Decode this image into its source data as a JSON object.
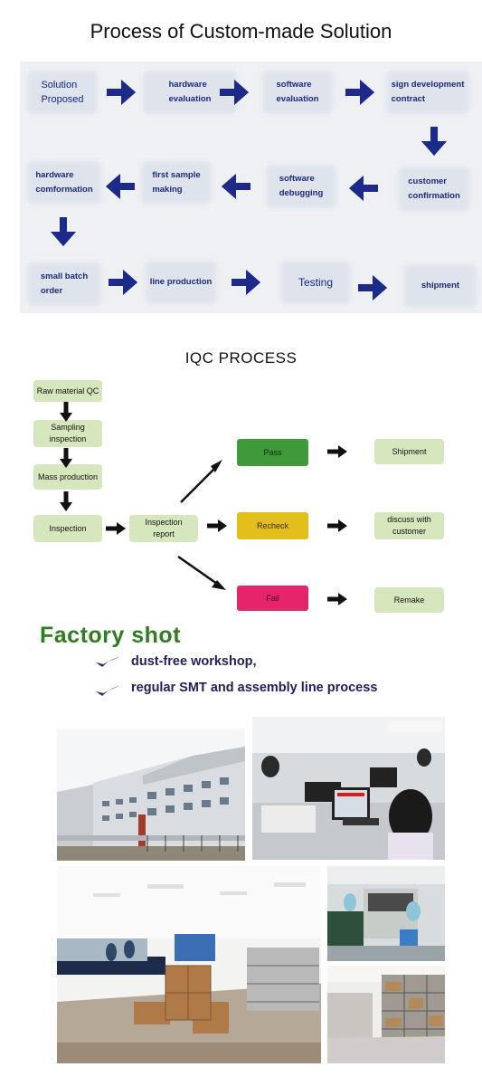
{
  "custom_process": {
    "title": "Process of Custom-made Solution",
    "steps": [
      "Solution\nProposed",
      "hardware\nevaluation",
      "software\nevaluation",
      "sign development\ncontract",
      "customer\nconfirmation",
      "software\ndebugging",
      "first sample\nmaking",
      "hardware\ncomformation",
      "small batch\norder",
      "line production",
      "Testing",
      "shipment"
    ]
  },
  "iqc": {
    "title": "IQC  PROCESS",
    "steps": {
      "raw": "Raw material QC",
      "sampling": "Sampling\ninspection",
      "mass": "Mass production",
      "inspection": "Inspection",
      "report": "Inspection\nreport",
      "pass": "Pass",
      "recheck": "Recheck",
      "fail": "Fail",
      "shipment": "Shipment",
      "discuss": "discuss with\ncustomer",
      "remake": "Remake"
    },
    "colors": {
      "pass": "#3f9a3a",
      "recheck": "#e3bf1c",
      "fail": "#e5246c",
      "box": "#d6e6bd"
    }
  },
  "factory": {
    "title": "Factory  shot",
    "bullets": [
      "dust-free workshop,",
      "regular SMT and assembly line process"
    ]
  },
  "colors": {
    "arrow_blue": "#1e2a8a",
    "factory_green": "#2e7d1f"
  }
}
